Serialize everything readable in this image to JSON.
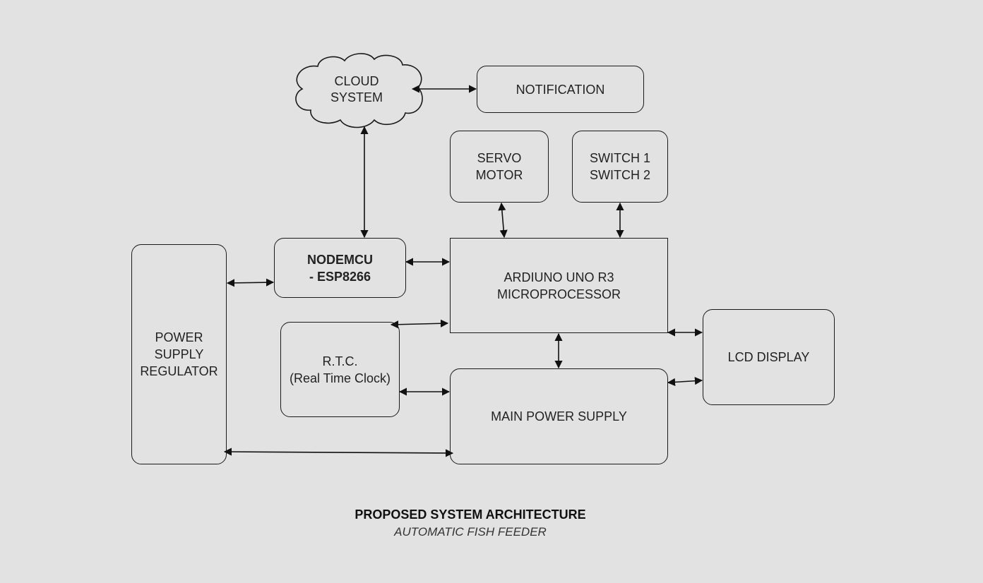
{
  "diagram": {
    "nodes": {
      "cloud": {
        "line1": "CLOUD",
        "line2": "SYSTEM"
      },
      "notification": {
        "label": "NOTIFICATION"
      },
      "servo": {
        "line1": "SERVO",
        "line2": "MOTOR"
      },
      "switches": {
        "line1": "SWITCH 1",
        "line2": "SWITCH 2"
      },
      "nodemcu": {
        "line1": "NODEMCU",
        "line2": "- ESP8266"
      },
      "arduino": {
        "line1": "ARDIUNO UNO R3",
        "line2": "MICROPROCESSOR"
      },
      "power_regulator": {
        "line1": "POWER",
        "line2": "SUPPLY",
        "line3": "REGULATOR"
      },
      "rtc": {
        "line1": "R.T.C.",
        "line2": "(Real Time Clock)"
      },
      "lcd": {
        "label": "LCD DISPLAY"
      },
      "main_power": {
        "label": "MAIN POWER SUPPLY"
      }
    },
    "connections": [
      {
        "from": "cloud",
        "to": "notification",
        "direction": "bidirectional"
      },
      {
        "from": "cloud",
        "to": "nodemcu",
        "direction": "bidirectional"
      },
      {
        "from": "servo",
        "to": "arduino",
        "direction": "bidirectional"
      },
      {
        "from": "switches",
        "to": "arduino",
        "direction": "bidirectional"
      },
      {
        "from": "nodemcu",
        "to": "arduino",
        "direction": "bidirectional"
      },
      {
        "from": "power_regulator",
        "to": "nodemcu",
        "direction": "bidirectional"
      },
      {
        "from": "rtc",
        "to": "arduino",
        "direction": "bidirectional"
      },
      {
        "from": "rtc",
        "to": "main_power",
        "direction": "bidirectional"
      },
      {
        "from": "arduino",
        "to": "main_power",
        "direction": "bidirectional"
      },
      {
        "from": "arduino",
        "to": "lcd",
        "direction": "bidirectional"
      },
      {
        "from": "main_power",
        "to": "lcd",
        "direction": "bidirectional"
      },
      {
        "from": "power_regulator",
        "to": "main_power",
        "direction": "bidirectional"
      }
    ]
  },
  "caption": {
    "title": "PROPOSED SYSTEM ARCHITECTURE",
    "subtitle": "AUTOMATIC FISH FEEDER"
  },
  "colors": {
    "background": "#e2e2e2",
    "stroke": "#1a1a1a",
    "text": "#222222"
  }
}
